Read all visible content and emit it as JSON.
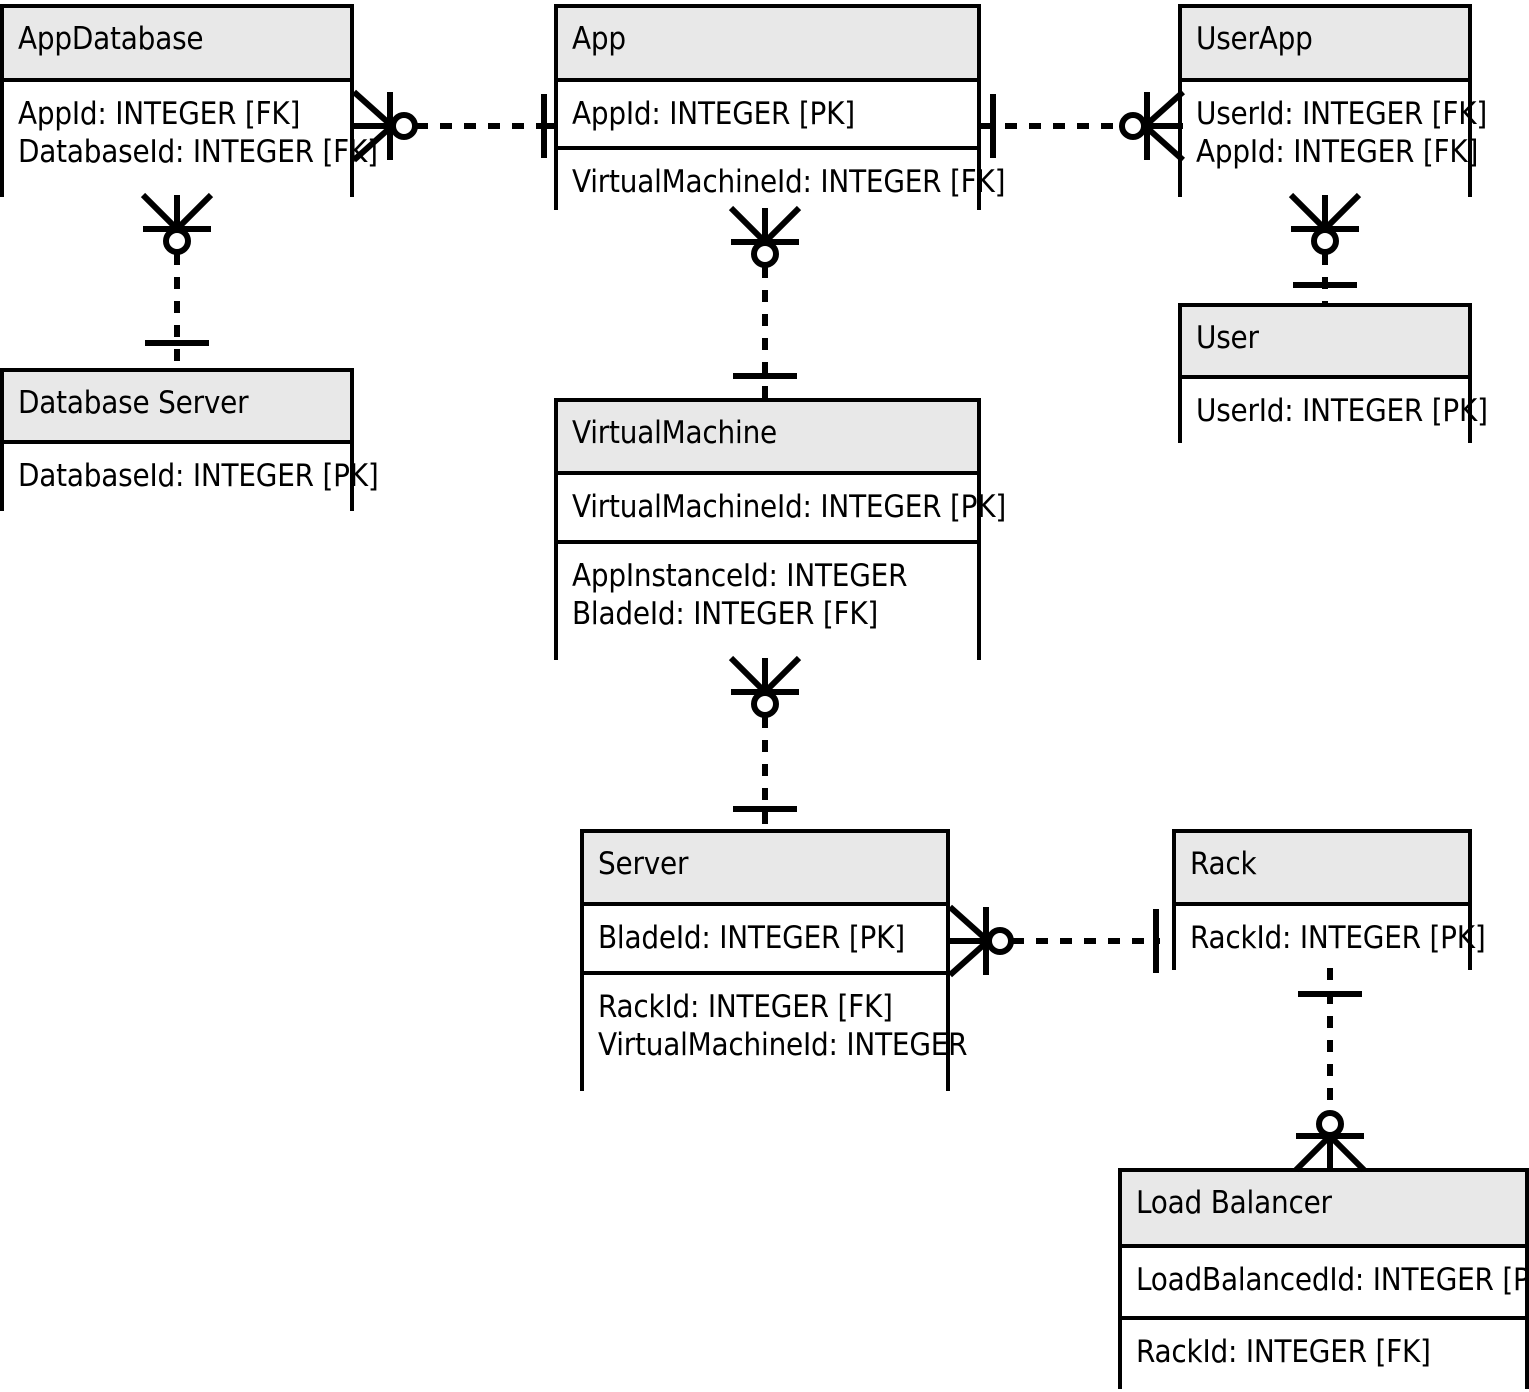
{
  "diagram": {
    "type": "entity-relationship-diagram",
    "notation": "crows-foot",
    "colors": {
      "title_fill": "#e8e8e8",
      "body_fill": "#ffffff",
      "stroke": "#000000",
      "background": "#ffffff"
    }
  },
  "entities": [
    {
      "id": "appdatabase",
      "name": "AppDatabase",
      "compartments": [
        [
          "AppId: INTEGER [FK]",
          "DatabaseId: INTEGER [FK]"
        ]
      ]
    },
    {
      "id": "app",
      "name": "App",
      "compartments": [
        [
          "AppId: INTEGER [PK]"
        ],
        [
          "VirtualMachineId: INTEGER [FK]"
        ]
      ]
    },
    {
      "id": "userapp",
      "name": "UserApp",
      "compartments": [
        [
          "UserId: INTEGER [FK]",
          "AppId: INTEGER [FK]"
        ]
      ]
    },
    {
      "id": "databaseserver",
      "name": "Database Server",
      "compartments": [
        [
          "DatabaseId: INTEGER [PK]"
        ]
      ]
    },
    {
      "id": "user",
      "name": "User",
      "compartments": [
        [
          "UserId: INTEGER [PK]"
        ]
      ]
    },
    {
      "id": "virtualmachine",
      "name": "VirtualMachine",
      "compartments": [
        [
          "VirtualMachineId: INTEGER [PK]"
        ],
        [
          "AppInstanceId: INTEGER",
          "BladeId: INTEGER [FK]"
        ]
      ]
    },
    {
      "id": "server",
      "name": "Server",
      "compartments": [
        [
          "BladeId: INTEGER [PK]"
        ],
        [
          "RackId: INTEGER [FK]",
          "VirtualMachineId: INTEGER"
        ]
      ]
    },
    {
      "id": "rack",
      "name": "Rack",
      "compartments": [
        [
          "RackId: INTEGER [PK]"
        ]
      ]
    },
    {
      "id": "loadbalancer",
      "name": "Load Balancer",
      "compartments": [
        [
          "LoadBalancedId: INTEGER [PK]"
        ],
        [
          "RackId: INTEGER [FK]"
        ]
      ]
    }
  ],
  "relationships": [
    {
      "id": "appdatabase-app",
      "from": "appdatabase",
      "to": "app",
      "from_cardinality": "zero-or-many",
      "to_cardinality": "exactly-one",
      "orientation": "horizontal"
    },
    {
      "id": "app-userapp",
      "from": "app",
      "to": "userapp",
      "from_cardinality": "exactly-one",
      "to_cardinality": "zero-or-many",
      "orientation": "horizontal"
    },
    {
      "id": "appdatabase-databaseserver",
      "from": "appdatabase",
      "to": "databaseserver",
      "from_cardinality": "zero-or-many",
      "to_cardinality": "exactly-one",
      "orientation": "vertical"
    },
    {
      "id": "app-virtualmachine",
      "from": "app",
      "to": "virtualmachine",
      "from_cardinality": "zero-or-many",
      "to_cardinality": "exactly-one",
      "orientation": "vertical"
    },
    {
      "id": "userapp-user",
      "from": "userapp",
      "to": "user",
      "from_cardinality": "zero-or-many",
      "to_cardinality": "exactly-one",
      "orientation": "vertical"
    },
    {
      "id": "virtualmachine-server",
      "from": "virtualmachine",
      "to": "server",
      "from_cardinality": "zero-or-many",
      "to_cardinality": "exactly-one",
      "orientation": "vertical"
    },
    {
      "id": "server-rack",
      "from": "server",
      "to": "rack",
      "from_cardinality": "zero-or-many",
      "to_cardinality": "exactly-one",
      "orientation": "horizontal"
    },
    {
      "id": "rack-loadbalancer",
      "from": "rack",
      "to": "loadbalancer",
      "from_cardinality": "exactly-one",
      "to_cardinality": "zero-or-many",
      "orientation": "vertical"
    }
  ]
}
